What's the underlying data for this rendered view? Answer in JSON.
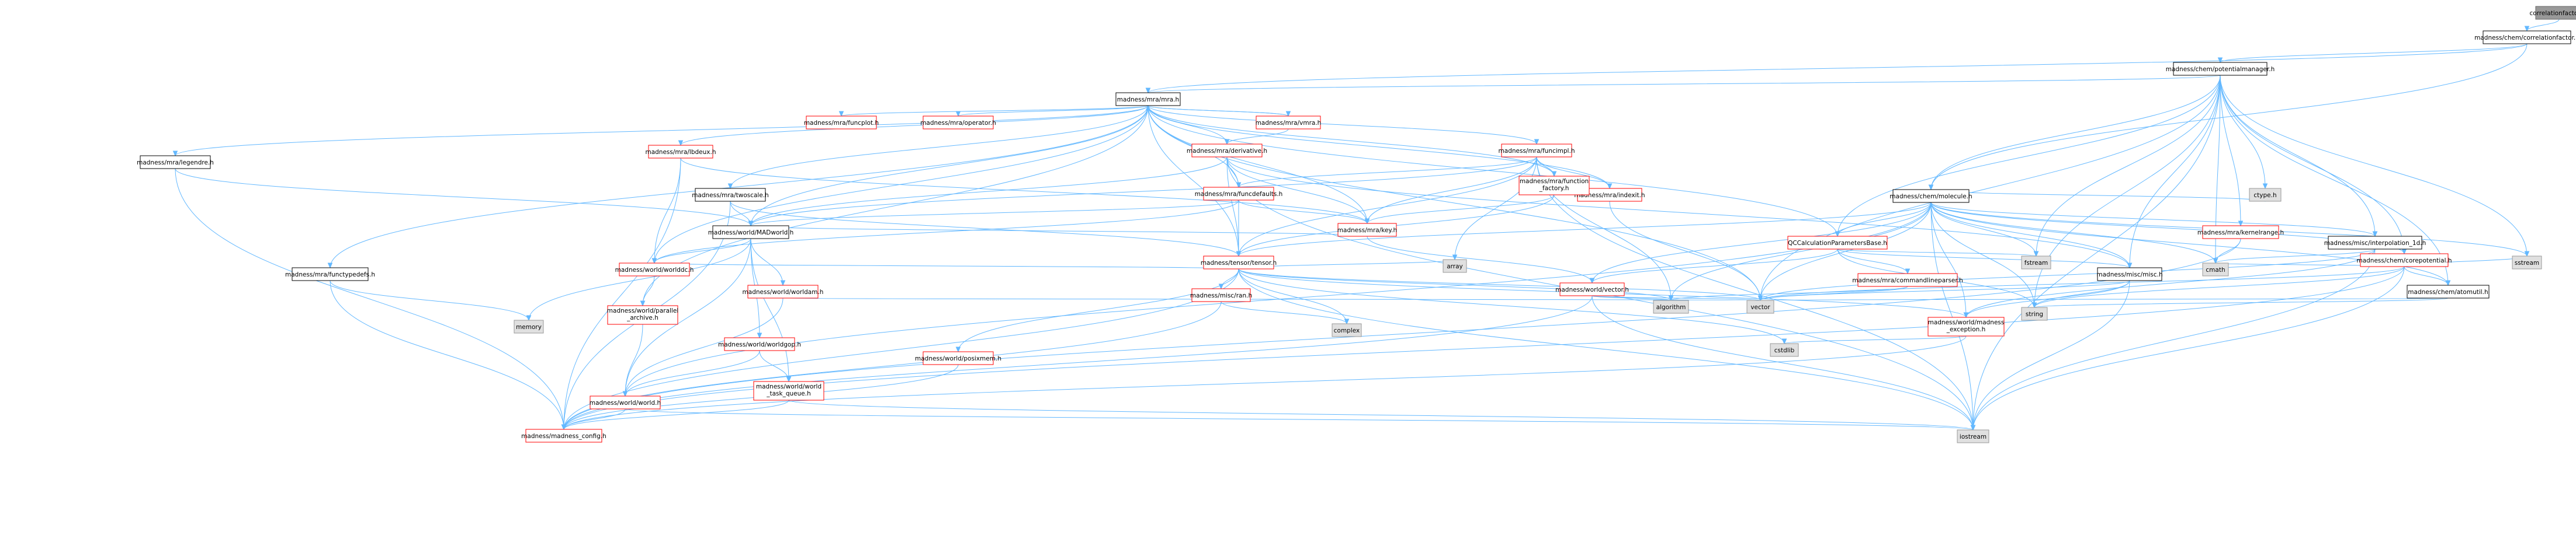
{
  "colors": {
    "root_fill": "#999999",
    "node_fill": "#ffffff",
    "node_border": "#000000",
    "red_border": "#ff0000",
    "ext_fill": "#e0e0e0",
    "ext_border": "#999999",
    "edge": "#63b8ff"
  },
  "nodes": {
    "root": "correlationfactor.cc",
    "cf_h": "madness/chem/correlationfactor.h",
    "pm": "madness/chem/potentialmanager.h",
    "mra": "madness/mra/mra.h",
    "mol": "madness/chem/molecule.h",
    "ctype": "ctype.h",
    "funcplot": "madness/mra/funcplot.h",
    "operator": "madness/mra/operator.h",
    "vmra": "madness/mra/vmra.h",
    "funcimpl": "madness/mra/funcimpl.h",
    "lbdeux": "madness/mra/lbdeux.h",
    "legendre": "madness/mra/legendre.h",
    "twoscale": "madness/mra/twoscale.h",
    "derivative": "madness/mra/derivative.h",
    "indexit": "madness/mra/indexit.h",
    "ffactory": "madness/mra/function\n_factory.h",
    "funcdefaults": "madness/mra/funcdefaults.h",
    "key": "madness/mra/key.h",
    "tensor": "madness/tensor/tensor.h",
    "worlddc": "madness/world/worlddc.h",
    "worldmra": "madness/world/MADworld.h",
    "worldam": "madness/world/worldam.h",
    "functypedefs": "madness/mra/functypedefs.h",
    "parallel_archive": "madness/world/parallel\n_archive.h",
    "worldgop": "madness/world/worldgop.h",
    "world": "madness/world/world.h",
    "madness_config": "madness/madness_config.h",
    "qccalc": "QCCalculationParametersBase.h",
    "cmdparser": "madness/mra/commandlineparser.h",
    "vector_h": "madness/world/vector.h",
    "misc": "madness/misc/misc.h",
    "madexc": "madness/world/madness\n_exception.h",
    "taskq": "madness/world/world\n_task_queue.h",
    "posixmem": "madness/world/posixmem.h",
    "ran": "madness/misc/ran.h",
    "kernelrange": "madness/mra/kernelrange.h",
    "interp": "madness/misc/interpolation_1d.h",
    "corepot": "madness/chem/corepotential.h",
    "atomutil": "madness/chem/atomutil.h",
    "array": "array",
    "complex": "complex",
    "memory": "memory",
    "fstream": "fstream",
    "cmath": "cmath",
    "algorithm": "algorithm",
    "vector": "vector",
    "string": "string",
    "cstdlib": "cstdlib",
    "iostream": "iostream",
    "sstream": "sstream"
  }
}
